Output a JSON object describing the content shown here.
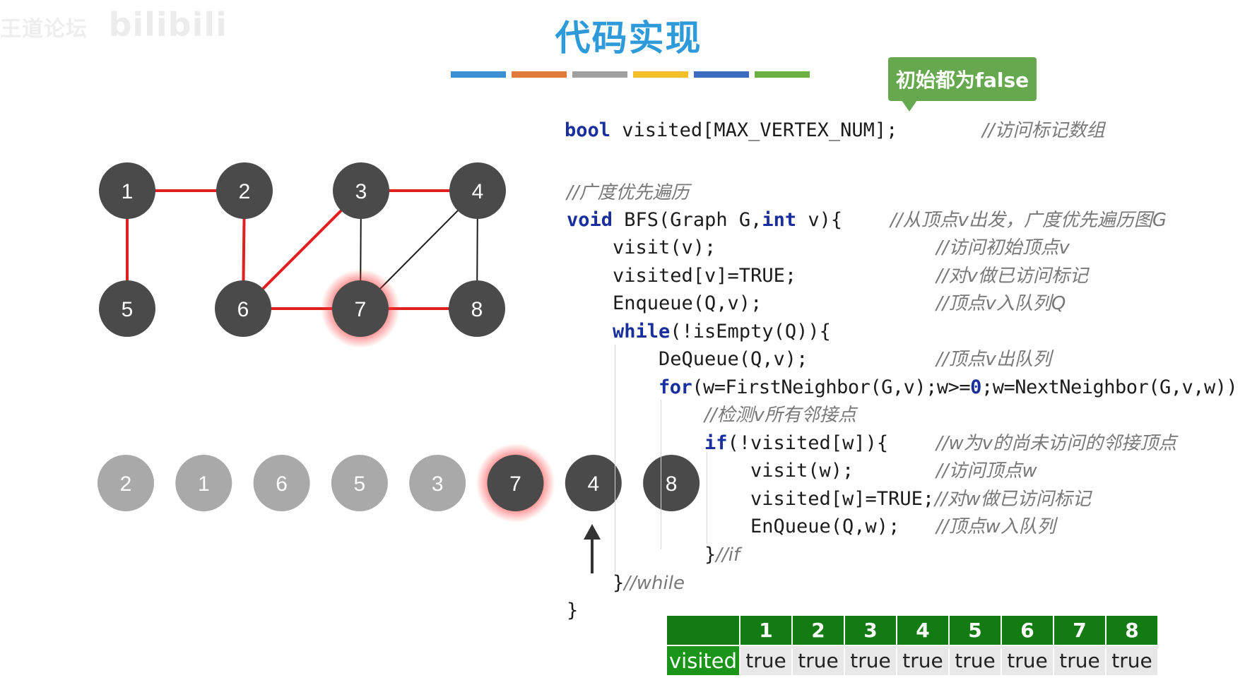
{
  "watermark": {
    "text": "王道论坛",
    "logo": "bilibili"
  },
  "slide": {
    "title": "代码实现"
  },
  "color_bar": [
    "#3d8fd4",
    "#e07b3a",
    "#a0a0a0",
    "#f4bf2a",
    "#3c6cbf",
    "#6ab042"
  ],
  "callout": {
    "text": "初始都为false"
  },
  "graph": {
    "nodes": [
      {
        "label": "1",
        "state": "dark"
      },
      {
        "label": "2",
        "state": "dark"
      },
      {
        "label": "3",
        "state": "dark"
      },
      {
        "label": "4",
        "state": "dark"
      },
      {
        "label": "5",
        "state": "dark"
      },
      {
        "label": "6",
        "state": "dark"
      },
      {
        "label": "7",
        "state": "current"
      },
      {
        "label": "8",
        "state": "dark"
      }
    ],
    "edges": [
      {
        "from": "1",
        "to": "2",
        "color": "red"
      },
      {
        "from": "1",
        "to": "5",
        "color": "red"
      },
      {
        "from": "2",
        "to": "6",
        "color": "red"
      },
      {
        "from": "6",
        "to": "3",
        "color": "red"
      },
      {
        "from": "6",
        "to": "7",
        "color": "red"
      },
      {
        "from": "3",
        "to": "4",
        "color": "red"
      },
      {
        "from": "7",
        "to": "8",
        "color": "red"
      },
      {
        "from": "3",
        "to": "7",
        "color": "black"
      },
      {
        "from": "4",
        "to": "7",
        "color": "black"
      },
      {
        "from": "4",
        "to": "8",
        "color": "black"
      }
    ]
  },
  "queue": {
    "items": [
      {
        "label": "2",
        "state": "dequeued"
      },
      {
        "label": "1",
        "state": "dequeued"
      },
      {
        "label": "6",
        "state": "dequeued"
      },
      {
        "label": "5",
        "state": "dequeued"
      },
      {
        "label": "3",
        "state": "dequeued"
      },
      {
        "label": "7",
        "state": "current"
      },
      {
        "label": "4",
        "state": "queued"
      },
      {
        "label": "8",
        "state": "queued"
      }
    ],
    "pointer_index": 6
  },
  "code": {
    "decl": {
      "kw": "bool",
      "rest": " visited[MAX_VERTEX_NUM];",
      "comment": "//访问标记数组"
    },
    "bfs_comment": "//广度优先遍历",
    "sig": {
      "kw1": "void",
      "mid1": " BFS(Graph G,",
      "kw2": "int",
      "mid2": " v){",
      "comment": "//从顶点v出发，广度优先遍历图G"
    },
    "l_visit": {
      "text": "visit(v);",
      "comment": "//访问初始顶点v"
    },
    "l_mark": {
      "text": "visited[v]=TRUE;",
      "comment": "//对v做已访问标记"
    },
    "l_enq": {
      "text": "Enqueue(Q,v);",
      "comment": "//顶点v入队列Q"
    },
    "l_while": {
      "kw": "while",
      "rest": "(!isEmpty(Q)){"
    },
    "l_deq": {
      "text": "DeQueue(Q,v);",
      "comment": "//顶点v出队列"
    },
    "l_for": {
      "kw": "for",
      "a": "(w=FirstNeighbor(G,v);w>=",
      "num": "0",
      "b": ";w=NextNeighbor(G,v,w))"
    },
    "l_check": "//检测v所有邻接点",
    "l_if": {
      "kw": "if",
      "rest": "(!visited[w]){",
      "comment": "//w为v的尚未访问的邻接顶点"
    },
    "l_visitw": {
      "text": "visit(w);",
      "comment": "//访问顶点w"
    },
    "l_markw": {
      "text": "visited[w]=TRUE;",
      "comment": "//对w做已访问标记"
    },
    "l_enqw": {
      "text": "EnQueue(Q,w);",
      "comment": "//顶点w入队列"
    },
    "l_endif": {
      "brace": "}",
      "comment": "//if"
    },
    "l_endwhile": {
      "brace": "}",
      "comment": "//while"
    },
    "l_end": "}"
  },
  "visited_table": {
    "row_label": "visited",
    "indices": [
      "1",
      "2",
      "3",
      "4",
      "5",
      "6",
      "7",
      "8"
    ],
    "values": [
      "true",
      "true",
      "true",
      "true",
      "true",
      "true",
      "true",
      "true"
    ]
  },
  "colors": {
    "node_dark": "#4a4a4a",
    "node_dequeued": "#a9a9a9",
    "edge_red": "#e02020",
    "edge_black": "#1a1a1a",
    "glow": "#ff4040"
  }
}
